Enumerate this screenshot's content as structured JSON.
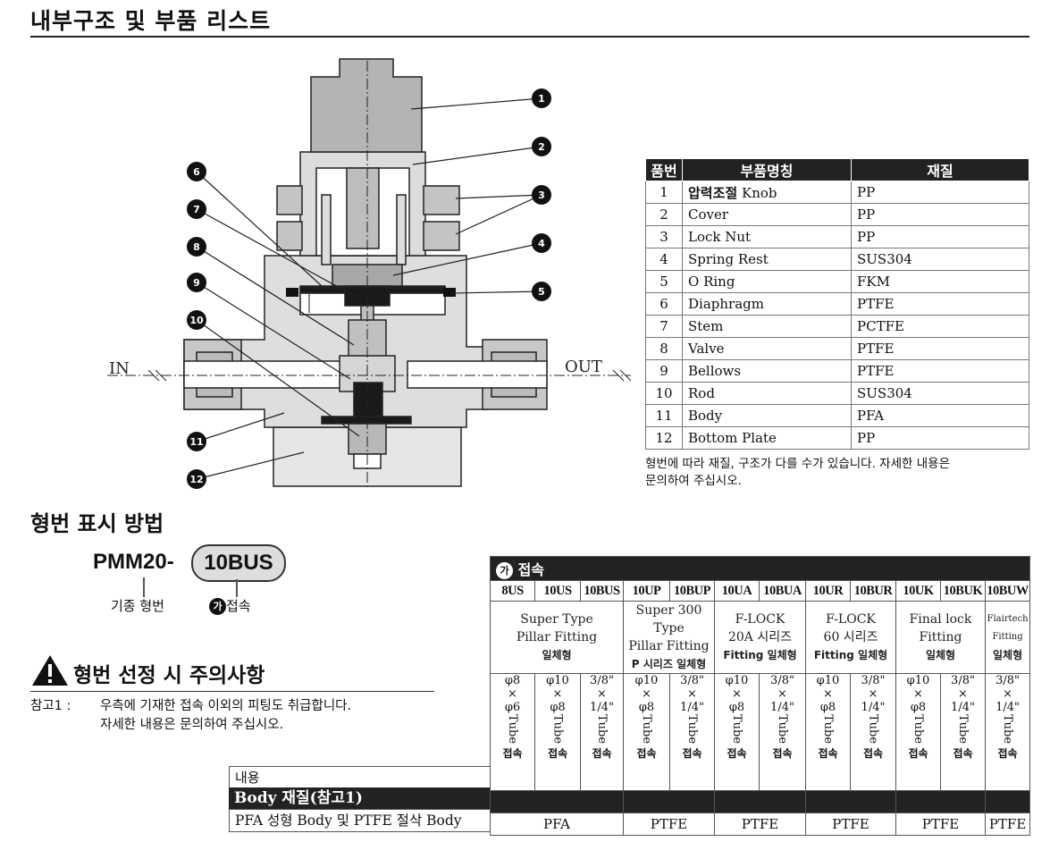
{
  "title": "내부구조 및 부품 리스트",
  "diagram": {
    "in_label": "IN",
    "out_label": "OUT",
    "callouts": [
      "1",
      "2",
      "3",
      "4",
      "5",
      "6",
      "7",
      "8",
      "9",
      "10",
      "11",
      "12"
    ]
  },
  "parts_table": {
    "headers": [
      "품번",
      "부품명칭",
      "재질"
    ],
    "rows": [
      {
        "no": "1",
        "name_kr": "압력조절",
        "name": "Knob",
        "mat": "PP"
      },
      {
        "no": "2",
        "name_kr": "",
        "name": "Cover",
        "mat": "PP"
      },
      {
        "no": "3",
        "name_kr": "",
        "name": "Lock Nut",
        "mat": "PP"
      },
      {
        "no": "4",
        "name_kr": "",
        "name": "Spring Rest",
        "mat": "SUS304"
      },
      {
        "no": "5",
        "name_kr": "",
        "name": "O Ring",
        "mat": "FKM"
      },
      {
        "no": "6",
        "name_kr": "",
        "name": "Diaphragm",
        "mat": "PTFE"
      },
      {
        "no": "7",
        "name_kr": "",
        "name": "Stem",
        "mat": "PCTFE"
      },
      {
        "no": "8",
        "name_kr": "",
        "name": "Valve",
        "mat": "PTFE"
      },
      {
        "no": "9",
        "name_kr": "",
        "name": "Bellows",
        "mat": "PTFE"
      },
      {
        "no": "10",
        "name_kr": "",
        "name": "Rod",
        "mat": "SUS304"
      },
      {
        "no": "11",
        "name_kr": "",
        "name": "Body",
        "mat": "PFA"
      },
      {
        "no": "12",
        "name_kr": "",
        "name": "Bottom Plate",
        "mat": "PP"
      }
    ],
    "note_line1": "형번에 따라 재질, 구조가 다를 수가 있습니다. 자세한 내용은",
    "note_line2": "문의하여 주십시오."
  },
  "model": {
    "section_title": "형번 표시 방법",
    "base": "PMM20-",
    "option": "10BUS",
    "base_label": "기종 형번",
    "option_marker": "가",
    "option_label": "접속"
  },
  "caution": {
    "title": "형번 선정 시 주의사항",
    "ref_label": "참고1 :",
    "ref_line1": "우측에 기재한 접속 이외의 피팅도 취급합니다.",
    "ref_line2": "자세한 내용은 문의하여 주십시오."
  },
  "connection": {
    "marker": "가",
    "title": "접속",
    "codes": [
      "8US",
      "10US",
      "10BUS",
      "10UP",
      "10BUP",
      "10UA",
      "10BUA",
      "10UR",
      "10BUR",
      "10UK",
      "10BUK",
      "10BUW"
    ],
    "groups": [
      {
        "l1": "Super Type",
        "l2": "Pillar Fitting",
        "l3": "일체형"
      },
      {
        "l1": "Super 300 Type",
        "l2": "Pillar Fitting",
        "l3": "P 시리즈 일체형"
      },
      {
        "l1": "F-LOCK",
        "l2": "20A 시리즈",
        "l3": "Fitting 일체형"
      },
      {
        "l1": "F-LOCK",
        "l2": "60 시리즈",
        "l3": "Fitting 일체형"
      },
      {
        "l1": "Final lock",
        "l2": "Fitting",
        "l3": "일체형"
      },
      {
        "l1": "Flairtech",
        "l2": "Fitting",
        "l3": "일체형"
      }
    ],
    "sizes": [
      {
        "a": "φ8",
        "b": "φ6"
      },
      {
        "a": "φ10",
        "b": "φ8"
      },
      {
        "a": "3/8\"",
        "b": "1/4\""
      },
      {
        "a": "φ10",
        "b": "φ8"
      },
      {
        "a": "3/8\"",
        "b": "1/4\""
      },
      {
        "a": "φ10",
        "b": "φ8"
      },
      {
        "a": "3/8\"",
        "b": "1/4\""
      },
      {
        "a": "φ10",
        "b": "φ8"
      },
      {
        "a": "3/8\"",
        "b": "1/4\""
      },
      {
        "a": "φ10",
        "b": "φ8"
      },
      {
        "a": "3/8\"",
        "b": "1/4\""
      },
      {
        "a": "3/8\"",
        "b": "1/4\""
      }
    ],
    "times": "×",
    "tube": "Tube",
    "conn_word": "접속",
    "row_content_label": "내용",
    "row_body_label": "Body 재질(참고1)",
    "row_pfa_label": "PFA 성형 Body 및 PTFE 절삭 Body",
    "values": [
      "PFA",
      "PTFE",
      "PTFE",
      "PTFE",
      "PTFE",
      "PTFE"
    ]
  }
}
